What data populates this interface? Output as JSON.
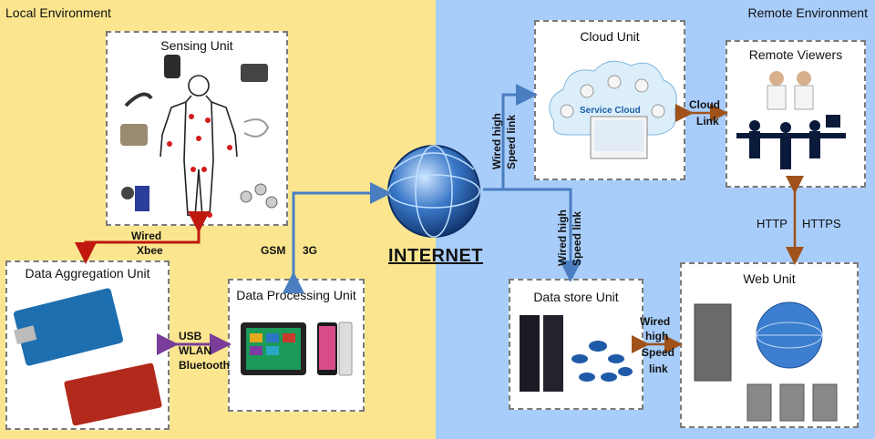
{
  "regions": {
    "local": "Local Environment",
    "remote": "Remote Environment"
  },
  "units": {
    "sensing": "Sensing Unit",
    "aggregation": "Data Aggregation Unit",
    "processing": "Data Processing Unit",
    "cloud": "Cloud Unit",
    "viewers": "Remote Viewers",
    "datastore": "Data store Unit",
    "web": "Web Unit"
  },
  "internet": "INTERNET",
  "cloud_image_text": "Service Cloud",
  "links": {
    "wired": "Wired",
    "xbee": "Xbee",
    "usb": "USB",
    "wlan": "WLAN",
    "bluetooth": "Bluetooth",
    "gsm": "GSM",
    "threeg": "3G",
    "wired_high_1": "Wired high",
    "speed_link_1": "Speed link",
    "wired_high_2": "Wired high",
    "speed_link_2": "Speed link",
    "cloud": "Cloud",
    "link": "Link",
    "http": "HTTP",
    "https": "HTTPS",
    "wired_store": "Wired",
    "high_store": "high",
    "speed_store": "Speed",
    "link_store": "link"
  },
  "colors": {
    "local_bg": "#fbe68f",
    "remote_bg": "#a8cdfa",
    "arrow_red": "#c0180f",
    "arrow_blue": "#4a7ec0",
    "arrow_purple": "#7a3d9a",
    "arrow_brown": "#a0521a"
  }
}
